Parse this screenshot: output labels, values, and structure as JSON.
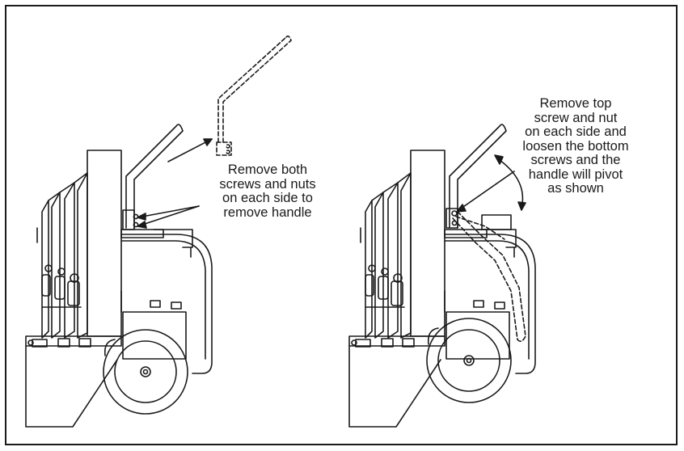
{
  "figure": {
    "left_callout": {
      "lines": [
        "Remove both",
        "screws and nuts",
        "on each side to",
        "remove handle"
      ]
    },
    "right_callout": {
      "lines": [
        "Remove top",
        "screw and nut",
        "on each side and",
        "loosen the bottom",
        "screws and the",
        "handle will pivot",
        "as shown"
      ]
    },
    "colors": {
      "ink": "#1a1a1a",
      "background": "#ffffff"
    }
  }
}
